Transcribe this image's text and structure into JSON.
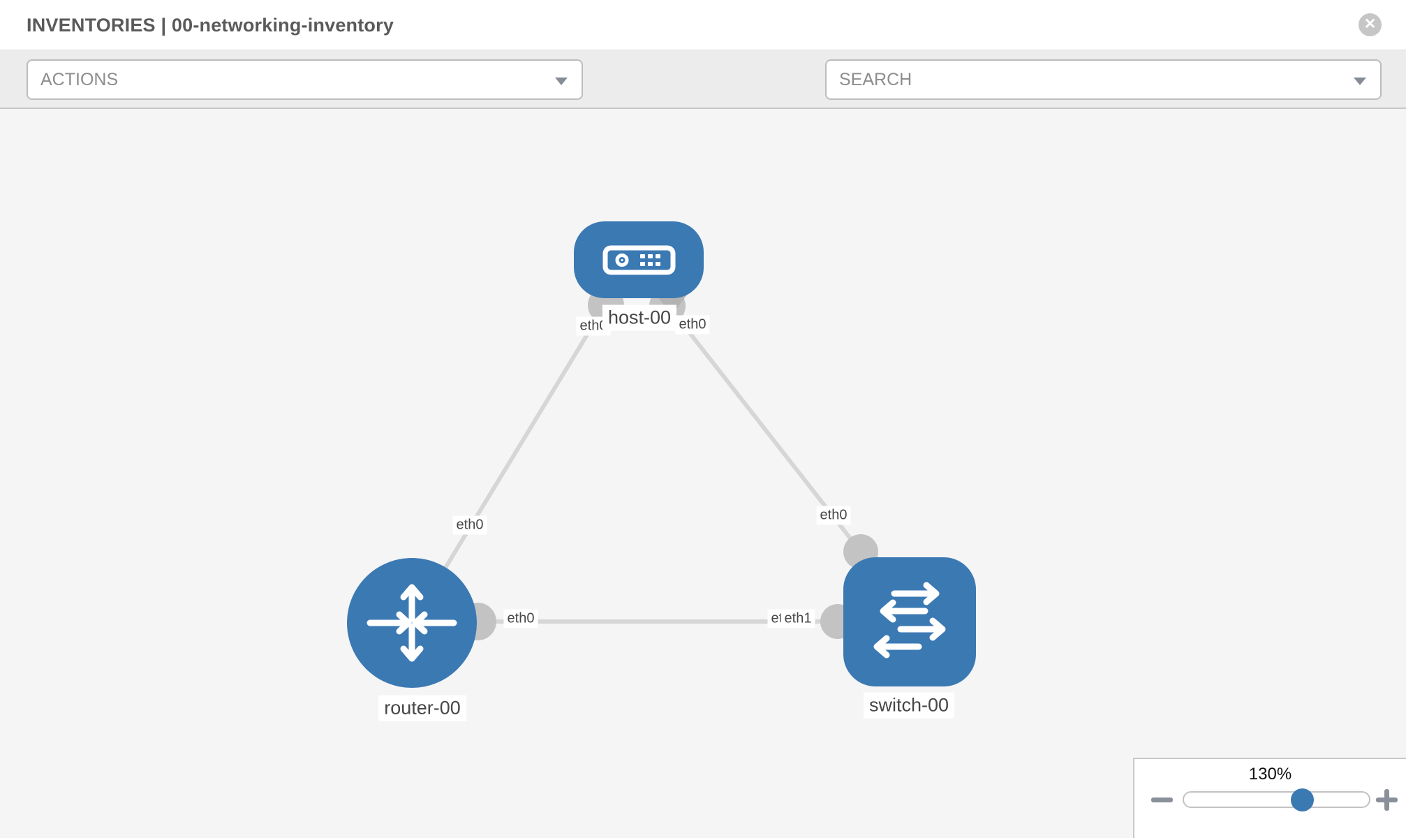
{
  "header": {
    "title": "INVENTORIES | 00-networking-inventory",
    "close_glyph": "✕"
  },
  "toolbar": {
    "actions_label": "ACTIONS",
    "search_placeholder": "SEARCH",
    "icons": [
      "wrench-icon",
      "key-icon"
    ]
  },
  "topology": {
    "nodes": [
      {
        "id": "host-00",
        "label": "host-00",
        "type": "host",
        "shape": "rounded-rect"
      },
      {
        "id": "router-00",
        "label": "router-00",
        "type": "router",
        "shape": "circle"
      },
      {
        "id": "switch-00",
        "label": "switch-00",
        "type": "switch",
        "shape": "rounded-square"
      }
    ],
    "links": [
      {
        "from": "router-00",
        "to": "host-00"
      },
      {
        "from": "host-00",
        "to": "switch-00"
      },
      {
        "from": "router-00",
        "to": "switch-00"
      }
    ],
    "iface_labels": [
      {
        "text": "eth0",
        "near": "host-00-left"
      },
      {
        "text": "eth0",
        "near": "host-00-right"
      },
      {
        "text": "eth0",
        "near": "router-host-link"
      },
      {
        "text": "eth0",
        "near": "switch-host-link"
      },
      {
        "text": "eth0",
        "near": "router-00-right"
      },
      {
        "text": "eth0",
        "near": "switch-00-left-under"
      },
      {
        "text": "eth1",
        "near": "switch-00-left-over"
      }
    ]
  },
  "zoom_control": {
    "level": "130%",
    "minus_icon": "minus-icon",
    "plus_icon": "plus-icon"
  },
  "colors": {
    "node_blue": "#3b79b3",
    "link_gray": "#d6d6d6",
    "connector_gray": "#c3c3c3",
    "toolbar_bg": "#ececec",
    "canvas_bg": "#f5f5f5"
  }
}
